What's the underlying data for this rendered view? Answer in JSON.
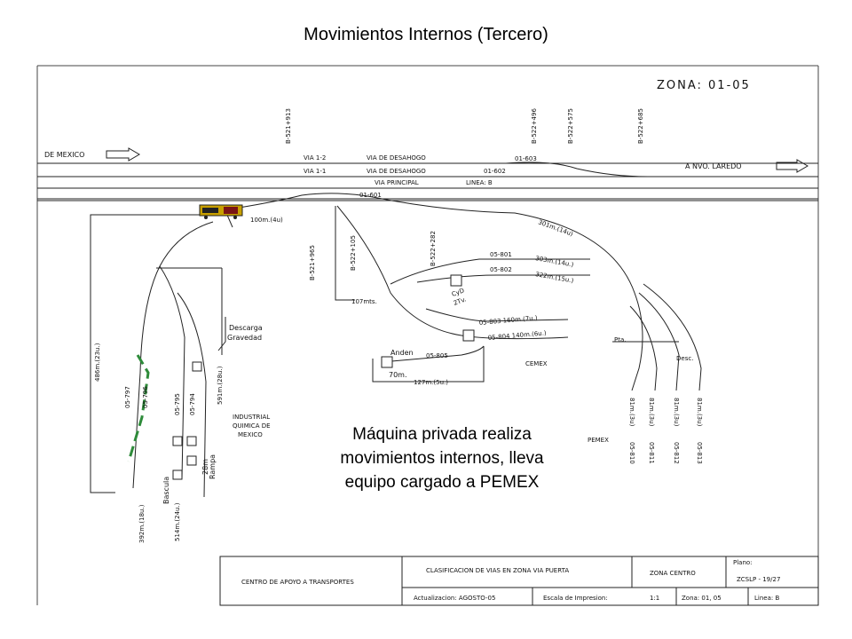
{
  "title": "Movimientos Internos (Tercero)",
  "zone": "ZONA: 01-05",
  "directions": {
    "left": "DE MEXICO",
    "right": "A NVO. LAREDO"
  },
  "km_posts": [
    "B-521+913",
    "B-522+496",
    "B-522+575",
    "B-522+685",
    "B-521+965",
    "B-522+105",
    "B-522+282"
  ],
  "tracks": {
    "via_1_2": "VIA 1-2",
    "via_1_1": "VIA 1-1",
    "desahogo_1": "VIA DE DESAHOGO",
    "desahogo_2": "VIA DE DESAHOGO",
    "principal": "VIA PRINCIPAL",
    "linea": "LINEA: B",
    "t01_603": "01-603",
    "t01_602": "01-602",
    "t01_601": "01-601"
  },
  "siding_labels": {
    "l100": "100m.(4u)",
    "l301": "301m.(14u)",
    "t05_801": "05-801",
    "l303": "303m.(14u.)",
    "t05_802": "05-802",
    "l322": "322m.(15u.)",
    "cyd": "CyD",
    "ttv": "2Tv.",
    "l107": "107mts.",
    "t05_803": "05-803 160m.(7u.)",
    "t05_804": "05-804 140m.(6u.)",
    "anden": "Anden",
    "t05_805": "05-805",
    "l70": "70m.",
    "l127": "127m.(5u.)",
    "cemex": "CEMEX",
    "pemex": "PEMEX",
    "pta": "Pta.",
    "desc": "Desc.",
    "l486": "486m.(23u.)",
    "t05_797": "05-797",
    "t05_796": "05-796",
    "t05_795": "05-795",
    "t05_794": "05-794",
    "l591": "591m.(28u.)",
    "descarga": "Descarga",
    "gravedad": "Gravedad",
    "iqm1": "INDUSTRIAL",
    "iqm2": "QUIMICA DE",
    "iqm3": "MEXICO",
    "bascula": "Bascula",
    "l28m": "28m",
    "rampa": "Rampa",
    "l392": "392m.(18u.)",
    "l514": "514m.(24u.)",
    "p810": "81m.(3u)",
    "t810": "05-810",
    "p811": "81m.(3u)",
    "t811": "05-811",
    "p812": "81m.(3u)",
    "t812": "05-812",
    "p813": "81m.(3u)",
    "t813": "05-813"
  },
  "caption": "Máquina privada realiza movimientos internos, lleva equipo cargado a PEMEX",
  "title_block": {
    "org": "CENTRO DE APOYO A TRANSPORTES",
    "classification": "CLASIFICACION DE VIAS EN ZONA VIA PUERTA",
    "zona_centro": "ZONA CENTRO",
    "plano_label": "Plano:",
    "plano": "ZCSLP - 19/27",
    "actualizacion": "Actualizacion: AGOSTO-05",
    "escala_label": "Escala de Impresion:",
    "escala": "1:1",
    "zona": "Zona: 01, 05",
    "linea": "Linea: B"
  },
  "colors": {
    "highlight": "#2e8b3a",
    "locomotive": "#c8a000"
  }
}
